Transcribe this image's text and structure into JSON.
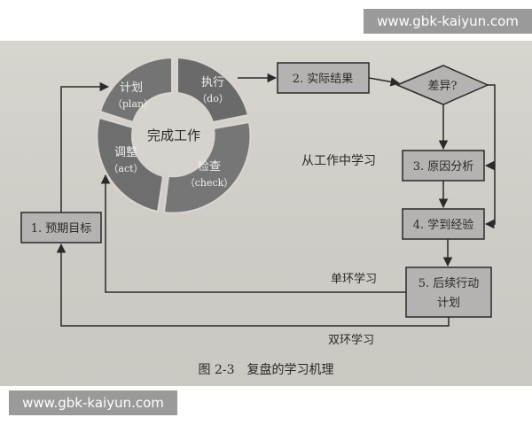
{
  "watermark_top": "www.gbk-kaiyun.com",
  "watermark_bottom": "www.gbk-kaiyun.com",
  "cycle": {
    "center": "完成工作",
    "plan": {
      "label": "计划",
      "sub": "（plan）"
    },
    "do": {
      "label": "执行",
      "sub": "（do）"
    },
    "check": {
      "label": "检查",
      "sub": "（check）"
    },
    "act": {
      "label": "调整",
      "sub": "（act）"
    }
  },
  "boxes": {
    "goal": "1. 预期目标",
    "result": "2. 实际结果",
    "cause": "3. 原因分析",
    "learn": "4. 学到经验",
    "plan_line1": "5. 后续行动",
    "plan_line2": "计划"
  },
  "diff": "差异?",
  "learn_from_work": "从工作中学习",
  "single_loop": "单环学习",
  "double_loop": "双环学习",
  "caption": "图 2-3　复盘的学习机理",
  "colors": {
    "ring": "#6f6f6f",
    "box": "#b5b3b1",
    "line": "#2a2a2a"
  }
}
